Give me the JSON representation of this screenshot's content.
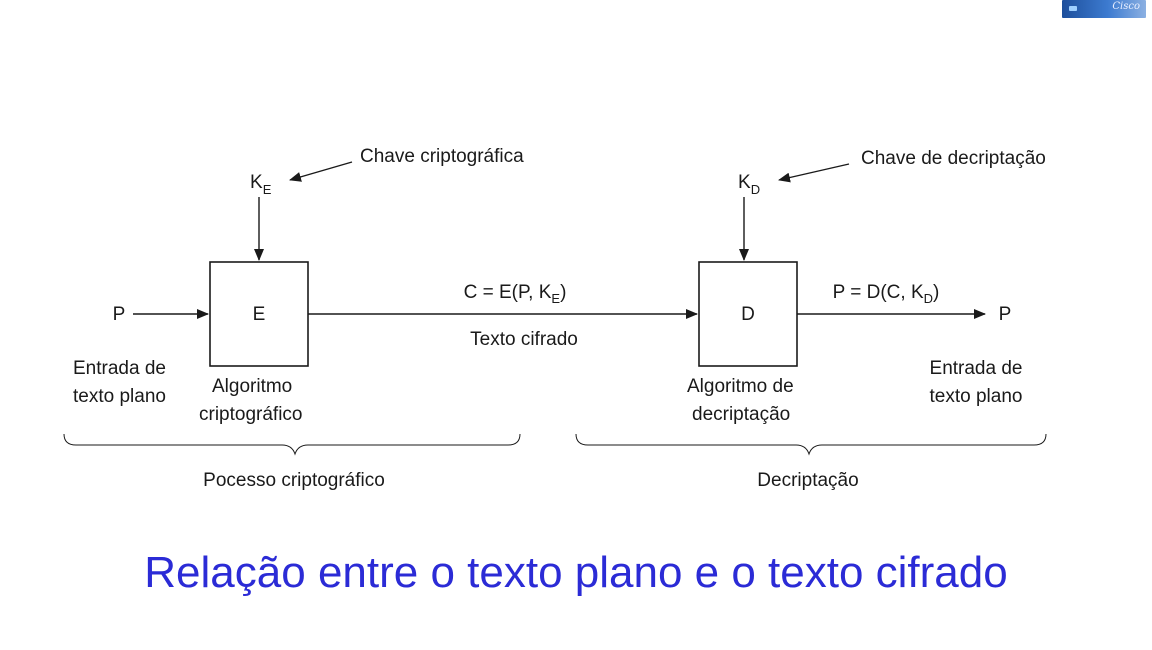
{
  "logo": {
    "text": "Cisco",
    "color": "#2a5fb0"
  },
  "caption": {
    "text": "Relação entre o texto plano e o texto cifrado",
    "color": "#2b2bd6"
  },
  "diagram": {
    "key_e": {
      "main": "K",
      "sub": "E"
    },
    "key_e_label": "Chave criptográfica",
    "key_d": {
      "main": "K",
      "sub": "D"
    },
    "key_d_label": "Chave de decriptação",
    "input_p": "P",
    "output_p": "P",
    "box_e_label": "E",
    "box_d_label": "D",
    "cipher_formula": {
      "prefix": "C = E(P, K",
      "sub": "E",
      "suffix": ")"
    },
    "plain_formula": {
      "prefix": "P = D(C, K",
      "sub": "D",
      "suffix": ")"
    },
    "ciphertext_label": "Texto cifrado",
    "left_input_label": {
      "line1": "Entrada de",
      "line2": "texto plano"
    },
    "right_output_label": {
      "line1": "Entrada de",
      "line2": "texto plano"
    },
    "algo_e_label": {
      "line1": "Algoritmo",
      "line2": "criptográfico"
    },
    "algo_d_label": {
      "line1": "Algoritmo de",
      "line2": "decriptação"
    },
    "left_brace_label": "Pocesso criptográfico",
    "right_brace_label": "Decriptação"
  }
}
